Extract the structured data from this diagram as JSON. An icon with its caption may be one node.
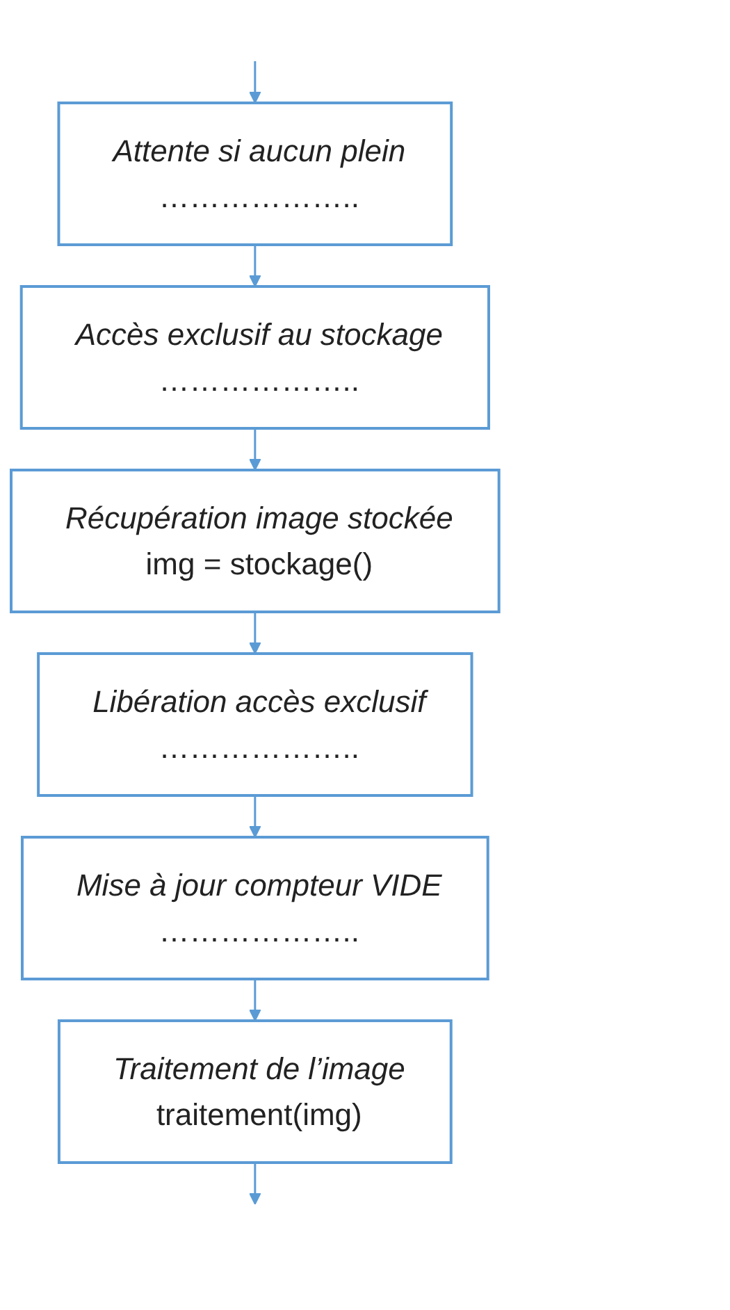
{
  "diagram": {
    "nodes": [
      {
        "text": [
          "Attente si aucun plein",
          "……………….."
        ]
      },
      {
        "text": [
          "Accès exclusif au stockage",
          "……………….."
        ]
      },
      {
        "text": [
          "Récupération image stockée",
          "img = stockage()"
        ]
      },
      {
        "text": [
          "Libération accès exclusif",
          "……………….."
        ]
      },
      {
        "text": [
          "Mise à jour compteur VIDE",
          "……………….."
        ]
      },
      {
        "text": [
          "Traitement de l’image",
          "traitement(img)"
        ]
      }
    ],
    "edges": [
      {
        "from": null,
        "to": 0,
        "arrow": "to"
      },
      {
        "from": 0,
        "to": 1,
        "arrow": "to"
      },
      {
        "from": 1,
        "to": 2,
        "arrow": "to"
      },
      {
        "from": 2,
        "to": 3,
        "arrow": "to"
      },
      {
        "from": 3,
        "to": 4,
        "arrow": "to"
      },
      {
        "from": 4,
        "to": 5,
        "arrow": "to"
      },
      {
        "from": 5,
        "to": null,
        "arrow": "to"
      }
    ]
  }
}
